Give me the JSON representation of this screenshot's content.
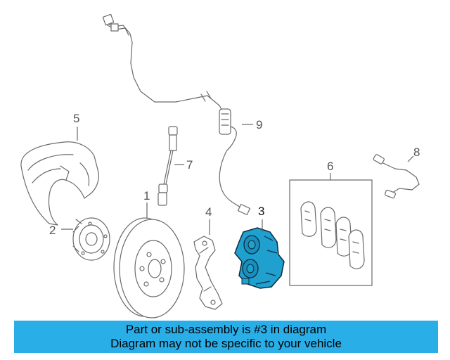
{
  "diagram": {
    "highlighted_part": "3",
    "highlight_color": "#1fa0cf",
    "callouts": {
      "rotor": "1",
      "hub": "2",
      "caliper": "3",
      "bracket": "4",
      "shield": "5",
      "pads": "6",
      "hose": "7",
      "pad_sensor": "8",
      "speed_sensor": "9"
    }
  },
  "banner": {
    "line1": "Part or sub-assembly is #3 in diagram",
    "line2": "Diagram may not be specific to your vehicle",
    "background": "#2aaee8"
  }
}
